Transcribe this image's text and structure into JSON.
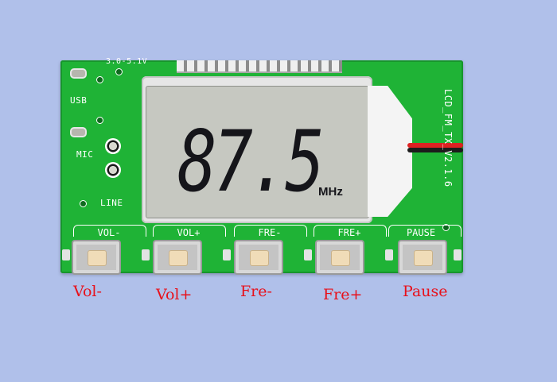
{
  "board": {
    "top_label": "3.0-5.1V",
    "labels": {
      "usb": "USB",
      "mic": "MIC",
      "line": "LINE"
    },
    "side_label": "LCD_FM_TX_V2.1.6"
  },
  "lcd": {
    "frequency": "87.5",
    "unit": "MHz"
  },
  "buttons": [
    {
      "board_label": "VOL-",
      "caption": "Vol-"
    },
    {
      "board_label": "VOL+",
      "caption": "Vol+"
    },
    {
      "board_label": "FRE-",
      "caption": "Fre-"
    },
    {
      "board_label": "FRE+",
      "caption": "Fre+"
    },
    {
      "board_label": "PAUSE",
      "caption": "Pause"
    }
  ],
  "colors": {
    "background": "#b0c0ea",
    "pcb": "#1fb336",
    "lcd": "#c6c8c1",
    "caption": "#e8101a"
  }
}
